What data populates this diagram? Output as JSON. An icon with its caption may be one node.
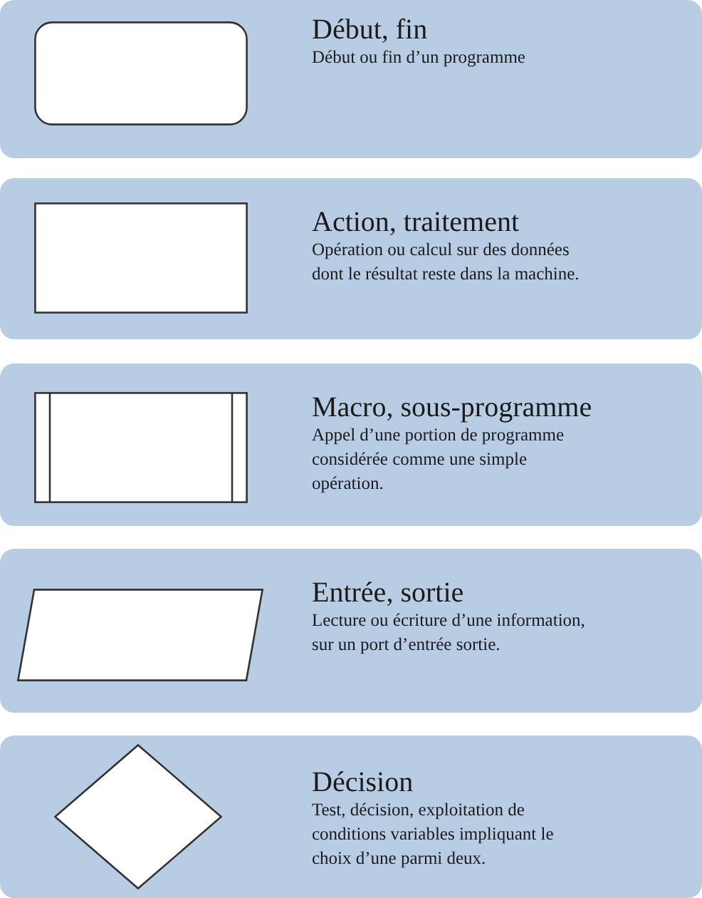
{
  "diagram": {
    "nodes": [
      {
        "text": [
          "Début, fin",
          "Début ou fin d’un programme"
        ]
      },
      {
        "text": [],
        "shape": "rounded-box",
        "in": 0
      },
      {
        "text": [
          "Action, traitement",
          "Opération ou calcul sur des données dont le résultat reste dans la machine."
        ]
      },
      {
        "text": [],
        "shape": "box",
        "in": 2
      },
      {
        "text": [
          "Macro, sous-programme",
          "Appel d’une portion de programme considérée comme une simple opération."
        ]
      },
      {
        "text": [],
        "shape": "subroutine",
        "in": 4
      },
      {
        "text": [
          "Entrée, sortie",
          "Lecture ou écriture d’une information, sur un port d’entrée sortie."
        ]
      },
      {
        "text": [],
        "shape": "parallelogram",
        "in": 6
      },
      {
        "text": [
          "Décision",
          "Test, décision, exploitation de conditions variables impliquant le choix d’une parmi deux."
        ]
      },
      {
        "text": [],
        "shape": "diamond",
        "in": 8
      }
    ]
  }
}
